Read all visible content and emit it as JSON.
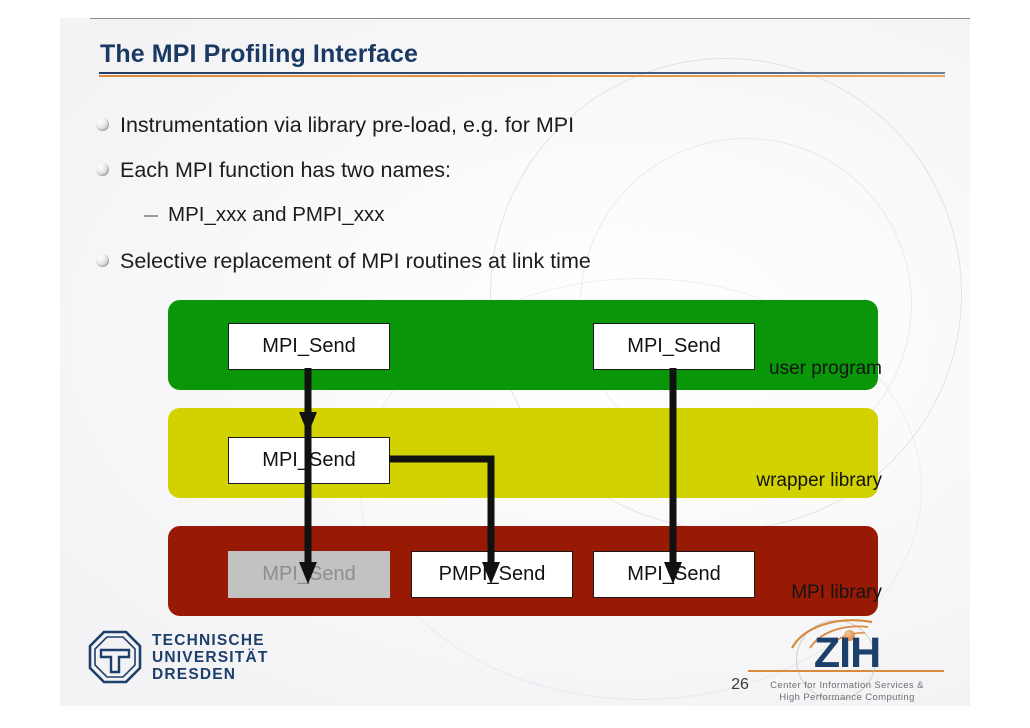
{
  "slide": {
    "title": "The MPI Profiling Interface",
    "page_number": "26",
    "accent_navy": "#1a3a63",
    "accent_orange": "#d98a3c"
  },
  "bullets": [
    {
      "text": "Instrumentation via library pre-load, e.g. for MPI",
      "level": 1
    },
    {
      "text": "Each MPI function has two names:",
      "level": 1
    },
    {
      "text": "MPI_xxx and PMPI_xxx",
      "level": 2
    },
    {
      "text": "Selective replacement of MPI routines at link time",
      "level": 1
    }
  ],
  "diagram": {
    "layers": [
      {
        "name": "user program",
        "label": "user program",
        "color": "#099609"
      },
      {
        "name": "wrapper library",
        "label": "wrapper library",
        "color": "#d2d200"
      },
      {
        "name": "MPI library",
        "label": "MPI library",
        "color": "#991a04"
      }
    ],
    "boxes": {
      "user_send_left": "MPI_Send",
      "user_send_right": "MPI_Send",
      "wrapper_send": "MPI_Send",
      "mpi_send_replaced": "MPI_Send",
      "mpi_pmpi_send": "PMPI_Send",
      "mpi_send_direct": "MPI_Send"
    }
  },
  "footer": {
    "tud_line1": "TECHNISCHE",
    "tud_line2": "UNIVERSITÄT",
    "tud_line3": "DRESDEN",
    "zih_word": "ZIH",
    "zih_sub_line1": "Center for Information Services &",
    "zih_sub_line2": "High Performance Computing"
  }
}
